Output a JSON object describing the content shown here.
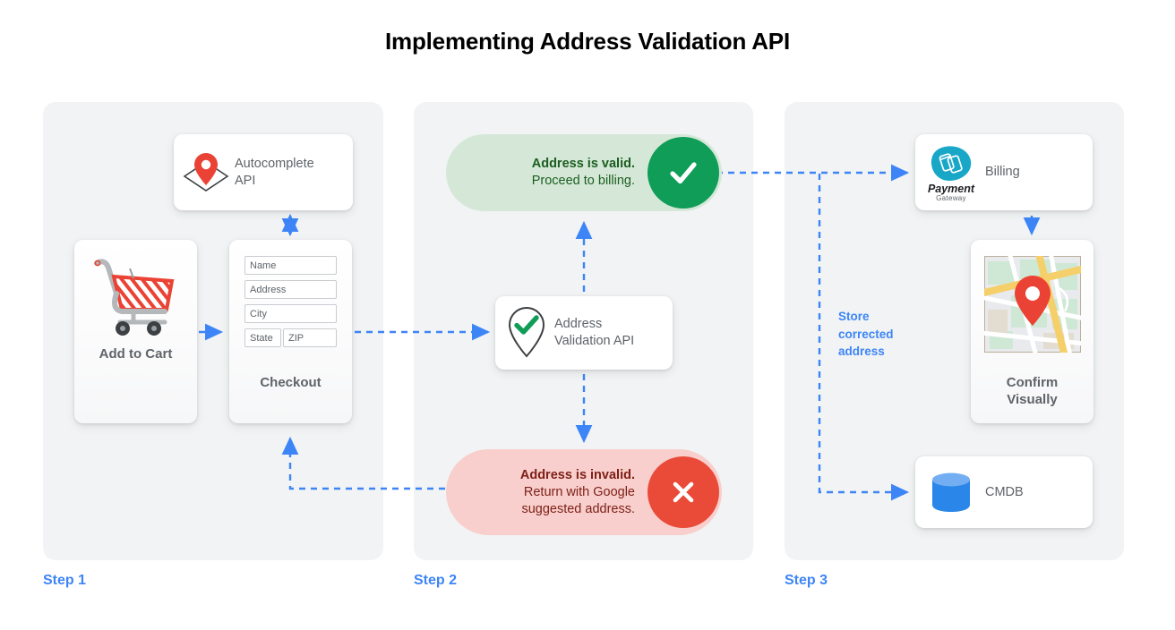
{
  "page": {
    "title": "Implementing Address Validation API",
    "accent_blue": "#3d85f7",
    "panel_bg": "#f1f3f4",
    "green": "#0f9d58",
    "red": "#ea4a38"
  },
  "steps": [
    {
      "label": "Step 1"
    },
    {
      "label": "Step 2"
    },
    {
      "label": "Step 3"
    }
  ],
  "step1": {
    "autocomplete": {
      "label": "Autocomplete\nAPI",
      "line1": "Autocomplete",
      "line2": "API",
      "icon": "map-pin-plane-icon"
    },
    "cart": {
      "caption": "Add to Cart",
      "icon": "shopping-cart-icon"
    },
    "checkout": {
      "caption": "Checkout",
      "fields": [
        {
          "name": "name-field",
          "value": "Name"
        },
        {
          "name": "address-field",
          "value": "Address"
        },
        {
          "name": "city-field",
          "value": "City"
        },
        {
          "name": "state-field",
          "value": "State"
        },
        {
          "name": "zip-field",
          "value": "ZIP"
        }
      ]
    }
  },
  "step2": {
    "valid_banner": {
      "line1": "Address is valid.",
      "line2": "Proceed to billing.",
      "icon": "check-icon",
      "bg": "#d5e8d7",
      "badge_color": "#0f9d58"
    },
    "invalid_banner": {
      "line1": "Address is invalid.",
      "line2": "Return with Google",
      "line3": "suggested address.",
      "icon": "close-icon",
      "bg": "#f8cfcc",
      "badge_color": "#ea4a38"
    },
    "validation_api": {
      "line1": "Address",
      "line2": "Validation API",
      "icon": "pin-check-icon"
    }
  },
  "step3": {
    "billing": {
      "label": "Billing",
      "icon": "payment-gateway-icon",
      "logo_line1": "Payment",
      "logo_line2": "Gateway"
    },
    "map": {
      "line1": "Confirm",
      "line2": "Visually",
      "icon": "map-thumbnail-icon"
    },
    "cmdb": {
      "label": "CMDB",
      "icon": "database-icon"
    },
    "store_note": {
      "line1": "Store",
      "line2": "corrected",
      "line3": "address"
    }
  }
}
